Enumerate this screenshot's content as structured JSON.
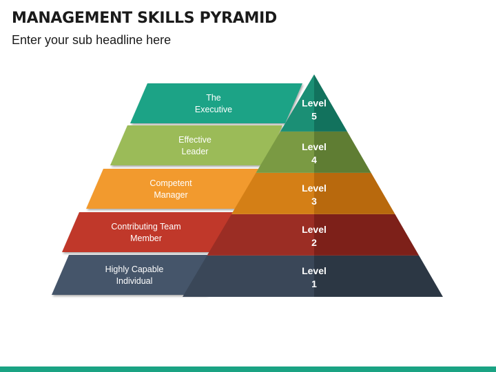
{
  "header": {
    "title": "MANAGEMENT SKILLS PYRAMID",
    "subtitle": "Enter your sub headline here"
  },
  "pyramid": {
    "levels": [
      {
        "level_word": "Level",
        "level_number": "5",
        "label_lines": [
          "The",
          "Executive"
        ],
        "band_color": "#1fa386",
        "tri_light": "#1b8f75",
        "tri_dark": "#12725d"
      },
      {
        "level_word": "Level",
        "level_number": "4",
        "label_lines": [
          "Effective",
          "Leader"
        ],
        "band_color": "#9bbb59",
        "tri_light": "#7a9a43",
        "tri_dark": "#5f7d33"
      },
      {
        "level_word": "Level",
        "level_number": "3",
        "label_lines": [
          "Competent",
          "Manager"
        ],
        "band_color": "#f29a2e",
        "tri_light": "#d47f16",
        "tri_dark": "#b8690d"
      },
      {
        "level_word": "Level",
        "level_number": "2",
        "label_lines": [
          "Contributing Team",
          "Member"
        ],
        "band_color": "#c0392b",
        "tri_light": "#9b2d24",
        "tri_dark": "#7d2019"
      },
      {
        "level_word": "Level",
        "level_number": "1",
        "label_lines": [
          "Highly Capable",
          "Individual"
        ],
        "band_color": "#44546a",
        "tri_light": "#3a4758",
        "tri_dark": "#2c3744"
      }
    ]
  },
  "footer": {
    "bar_color": "#1aa383"
  }
}
